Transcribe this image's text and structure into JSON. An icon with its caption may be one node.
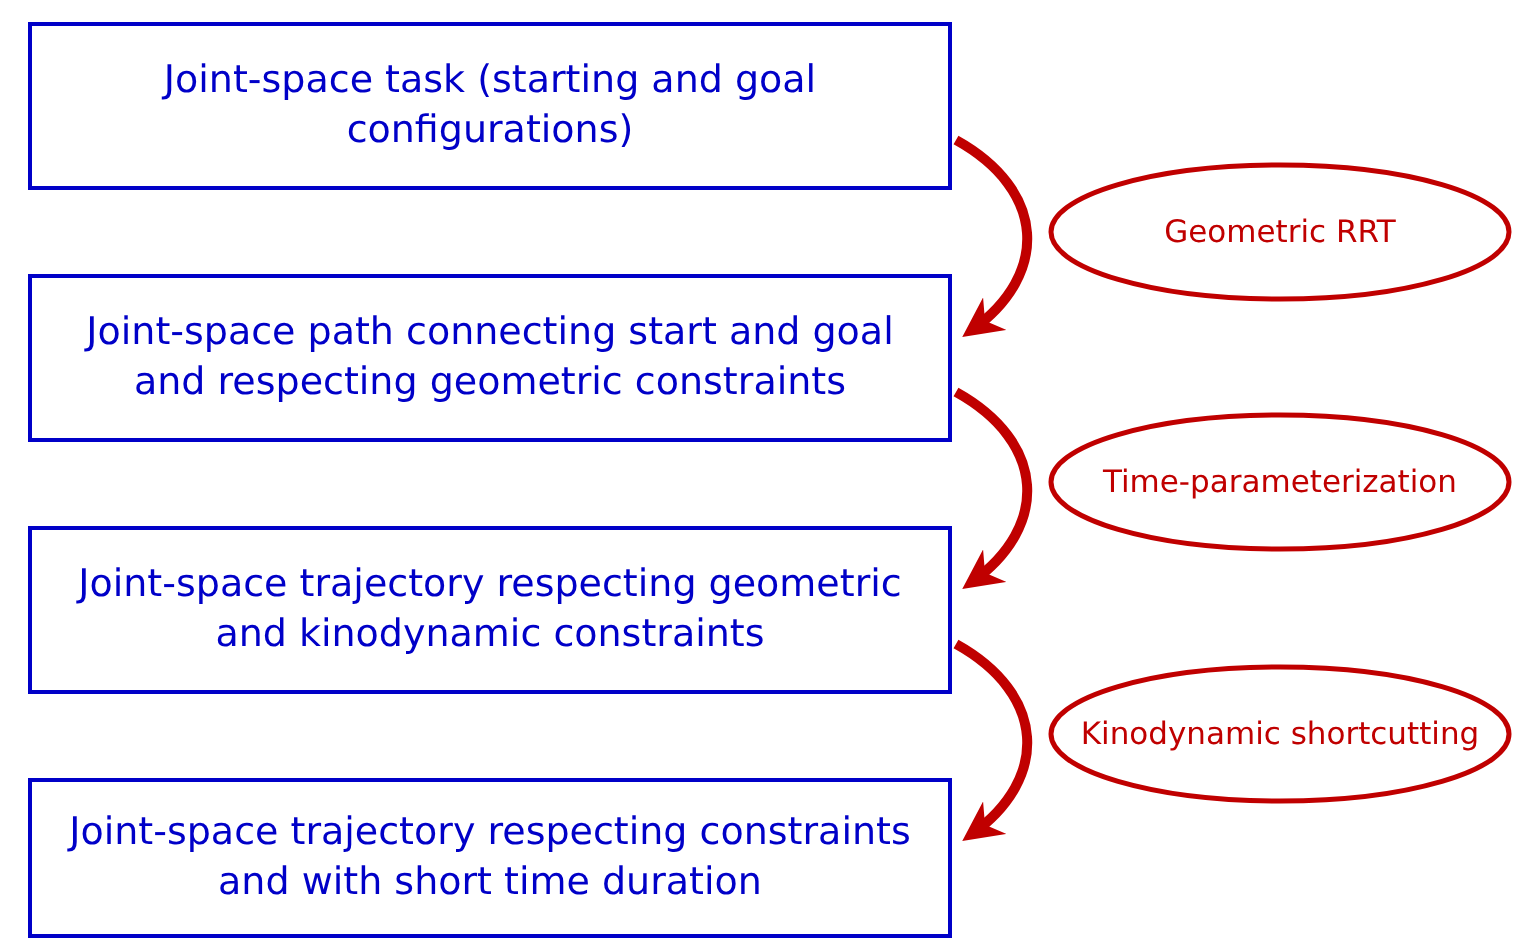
{
  "diagram": {
    "nodes": [
      {
        "text": [
          "Joint-space task (starting and goal configurations)"
        ]
      },
      {
        "text": [
          "Joint-space path connecting start and goal and respecting geometric constraints"
        ]
      },
      {
        "text": [
          "Joint-space trajectory respecting geometric and kinodynamic constraints"
        ]
      },
      {
        "text": [
          "Joint-space trajectory respecting constraints and with short time duration"
        ]
      },
      {
        "text": [
          "Geometric RRT"
        ]
      },
      {
        "text": [
          "Time-parameterization"
        ]
      },
      {
        "text": [
          "Kinodynamic shortcutting"
        ]
      }
    ],
    "edges": [
      {
        "from": 0,
        "to": 1,
        "arrow": "to"
      },
      {
        "from": 1,
        "to": 2,
        "arrow": "to"
      },
      {
        "from": 2,
        "to": 3,
        "arrow": "to"
      }
    ]
  }
}
